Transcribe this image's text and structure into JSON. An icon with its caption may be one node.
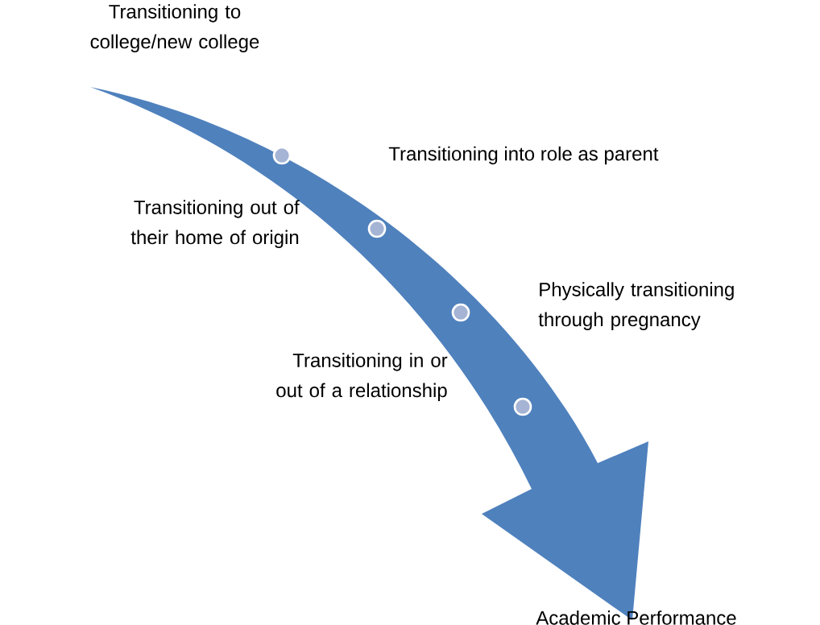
{
  "diagram": {
    "nodes": [
      {
        "text": [],
        "shape": "circle"
      },
      {
        "text": [],
        "shape": "circle"
      },
      {
        "text": [],
        "shape": "circle"
      },
      {
        "text": [],
        "shape": "circle"
      }
    ],
    "labels": [
      "Transitioning to college/new college",
      "Transitioning into role as parent",
      "Transitioning out of their home of origin",
      "Physically transitioning through pregnancy",
      "Transitioning in or out of a relationship",
      "Academic Performance"
    ]
  }
}
